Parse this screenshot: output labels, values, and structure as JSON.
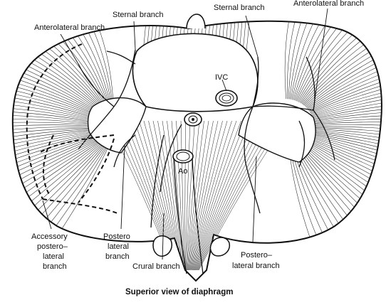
{
  "labels": {
    "sternal_left": "Sternal branch",
    "sternal_right": "Sternal branch",
    "anterolateral_left": "Anterolateral branch",
    "anterolateral_right": "Anterolateral branch",
    "ivc": "IVC",
    "ao": "Ao",
    "accessory_1": "Accessory",
    "accessory_2": "postero–",
    "accessory_3": "lateral",
    "accessory_4": "branch",
    "posterolateral_left_1": "Postero",
    "posterolateral_left_2": "lateral",
    "posterolateral_left_3": "branch",
    "crural": "Crural branch",
    "posterolateral_right_1": "Postero–",
    "posterolateral_right_2": "lateral branch"
  },
  "caption": "Superior view of diaphragm",
  "colors": {
    "ink": "#111111",
    "paper": "#ffffff"
  }
}
